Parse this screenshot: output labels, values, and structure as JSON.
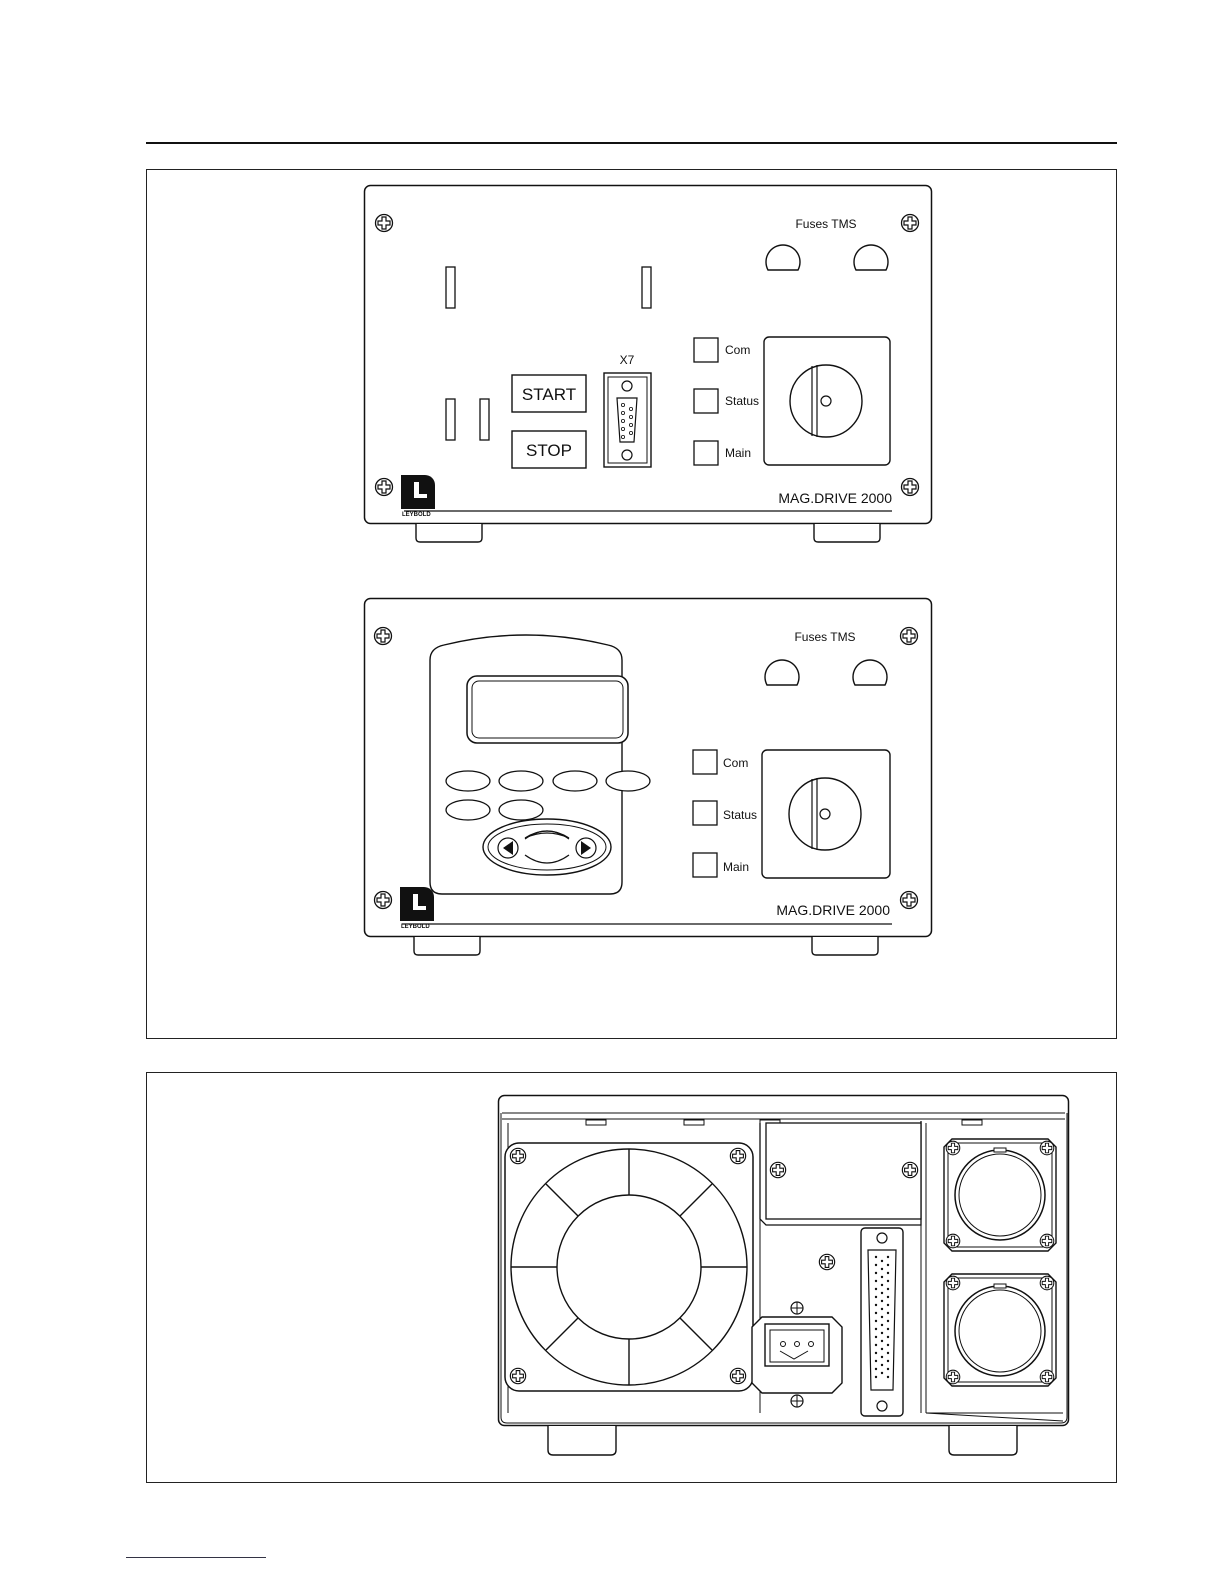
{
  "front_panel_a": {
    "fuses_label": "Fuses TMS",
    "connector_label": "X7",
    "start_label": "START",
    "stop_label": "STOP",
    "led_labels": [
      "Com",
      "Status",
      "Main"
    ],
    "brand_logo": "LEYBOLD",
    "model_label": "MAG.DRIVE 2000"
  },
  "front_panel_b": {
    "fuses_label": "Fuses TMS",
    "led_labels": [
      "Com",
      "Status",
      "Main"
    ],
    "brand_logo": "LEYBOLD",
    "model_label": "MAG.DRIVE 2000"
  },
  "icons": {
    "screw": "screw-icon",
    "arrow_left": "left-arrow-icon",
    "arrow_right": "right-arrow-icon",
    "fan": "fan-icon"
  }
}
